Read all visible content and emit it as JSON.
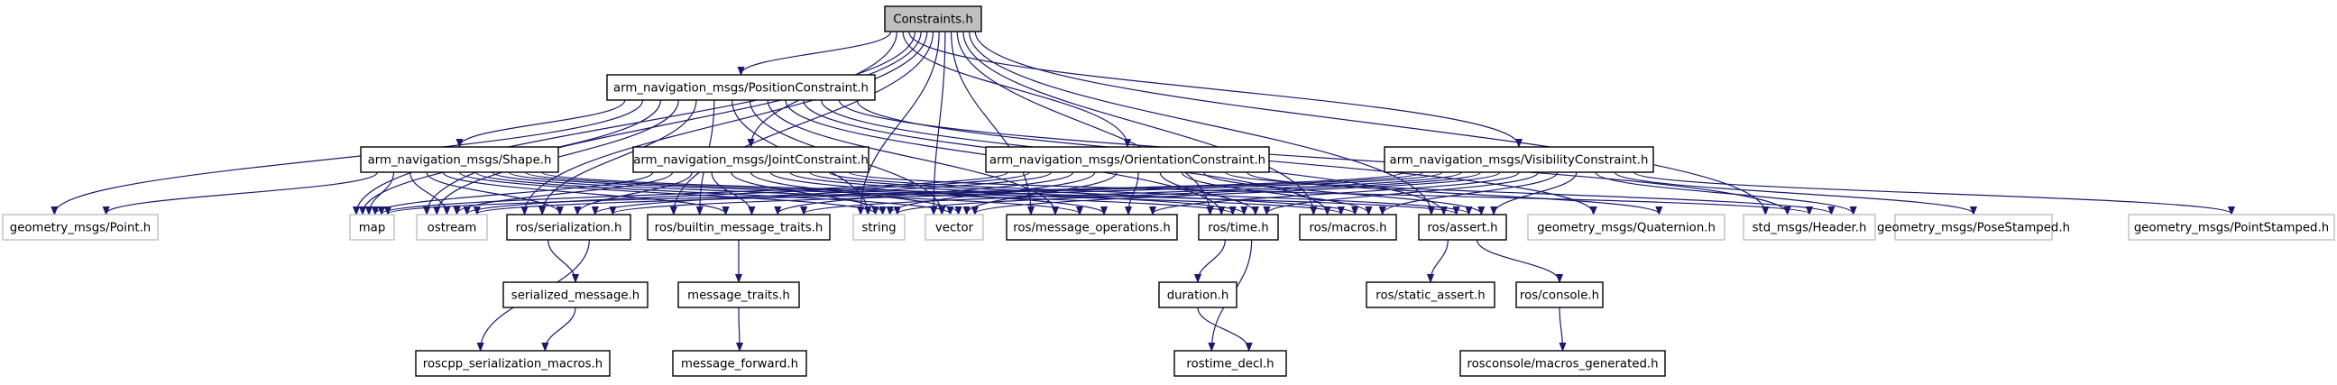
{
  "title": "Constraints.h include dependency graph",
  "colors": {
    "edge": "#191970",
    "root_fill": "#bfbfbf",
    "local_border": "#000000",
    "system_border": "#bfbfbf"
  },
  "nodes": [
    {
      "id": "constraints",
      "label": "Constraints.h",
      "kind": "root"
    },
    {
      "id": "position",
      "label": "arm_navigation_msgs/PositionConstraint.h",
      "kind": "local"
    },
    {
      "id": "shape",
      "label": "arm_navigation_msgs/Shape.h",
      "kind": "local"
    },
    {
      "id": "joint",
      "label": "arm_navigation_msgs/JointConstraint.h",
      "kind": "local"
    },
    {
      "id": "orientation",
      "label": "arm_navigation_msgs/OrientationConstraint.h",
      "kind": "local"
    },
    {
      "id": "visibility",
      "label": "arm_navigation_msgs/VisibilityConstraint.h",
      "kind": "local"
    },
    {
      "id": "point",
      "label": "geometry_msgs/Point.h",
      "kind": "system"
    },
    {
      "id": "map",
      "label": "map",
      "kind": "system"
    },
    {
      "id": "ostream",
      "label": "ostream",
      "kind": "system"
    },
    {
      "id": "serialization",
      "label": "ros/serialization.h",
      "kind": "local"
    },
    {
      "id": "builtin",
      "label": "ros/builtin_message_traits.h",
      "kind": "local"
    },
    {
      "id": "string",
      "label": "string",
      "kind": "system"
    },
    {
      "id": "vector",
      "label": "vector",
      "kind": "system"
    },
    {
      "id": "msgops",
      "label": "ros/message_operations.h",
      "kind": "local"
    },
    {
      "id": "time",
      "label": "ros/time.h",
      "kind": "local"
    },
    {
      "id": "macros",
      "label": "ros/macros.h",
      "kind": "local"
    },
    {
      "id": "assert",
      "label": "ros/assert.h",
      "kind": "local"
    },
    {
      "id": "quaternion",
      "label": "geometry_msgs/Quaternion.h",
      "kind": "system"
    },
    {
      "id": "header",
      "label": "std_msgs/Header.h",
      "kind": "system"
    },
    {
      "id": "posestamped",
      "label": "geometry_msgs/PoseStamped.h",
      "kind": "system"
    },
    {
      "id": "pointstamped",
      "label": "geometry_msgs/PointStamped.h",
      "kind": "system"
    },
    {
      "id": "serialized",
      "label": "serialized_message.h",
      "kind": "local"
    },
    {
      "id": "msgtraits",
      "label": "message_traits.h",
      "kind": "local"
    },
    {
      "id": "duration",
      "label": "duration.h",
      "kind": "local"
    },
    {
      "id": "staticassert",
      "label": "ros/static_assert.h",
      "kind": "local"
    },
    {
      "id": "console",
      "label": "ros/console.h",
      "kind": "local"
    },
    {
      "id": "roscppmacros",
      "label": "roscpp_serialization_macros.h",
      "kind": "local"
    },
    {
      "id": "msgforward",
      "label": "message_forward.h",
      "kind": "local"
    },
    {
      "id": "rostimedecl",
      "label": "rostime_decl.h",
      "kind": "local"
    },
    {
      "id": "consolemacros",
      "label": "rosconsole/macros_generated.h",
      "kind": "local"
    }
  ],
  "edges": [
    [
      "constraints",
      "position"
    ],
    [
      "constraints",
      "joint"
    ],
    [
      "constraints",
      "orientation"
    ],
    [
      "constraints",
      "visibility"
    ],
    [
      "constraints",
      "map"
    ],
    [
      "constraints",
      "ostream"
    ],
    [
      "constraints",
      "serialization"
    ],
    [
      "constraints",
      "builtin"
    ],
    [
      "constraints",
      "string"
    ],
    [
      "constraints",
      "vector"
    ],
    [
      "constraints",
      "msgops"
    ],
    [
      "constraints",
      "time"
    ],
    [
      "constraints",
      "macros"
    ],
    [
      "constraints",
      "assert"
    ],
    [
      "constraints",
      "header"
    ],
    [
      "position",
      "shape"
    ],
    [
      "position",
      "point"
    ],
    [
      "position",
      "map"
    ],
    [
      "position",
      "ostream"
    ],
    [
      "position",
      "serialization"
    ],
    [
      "position",
      "builtin"
    ],
    [
      "position",
      "string"
    ],
    [
      "position",
      "vector"
    ],
    [
      "position",
      "msgops"
    ],
    [
      "position",
      "time"
    ],
    [
      "position",
      "macros"
    ],
    [
      "position",
      "assert"
    ],
    [
      "position",
      "header"
    ],
    [
      "position",
      "quaternion"
    ],
    [
      "shape",
      "point"
    ],
    [
      "shape",
      "map"
    ],
    [
      "shape",
      "ostream"
    ],
    [
      "shape",
      "serialization"
    ],
    [
      "shape",
      "builtin"
    ],
    [
      "shape",
      "string"
    ],
    [
      "shape",
      "vector"
    ],
    [
      "shape",
      "msgops"
    ],
    [
      "shape",
      "time"
    ],
    [
      "shape",
      "macros"
    ],
    [
      "shape",
      "assert"
    ],
    [
      "joint",
      "map"
    ],
    [
      "joint",
      "ostream"
    ],
    [
      "joint",
      "serialization"
    ],
    [
      "joint",
      "builtin"
    ],
    [
      "joint",
      "string"
    ],
    [
      "joint",
      "vector"
    ],
    [
      "joint",
      "msgops"
    ],
    [
      "joint",
      "time"
    ],
    [
      "joint",
      "macros"
    ],
    [
      "joint",
      "assert"
    ],
    [
      "joint",
      "header"
    ],
    [
      "orientation",
      "map"
    ],
    [
      "orientation",
      "ostream"
    ],
    [
      "orientation",
      "serialization"
    ],
    [
      "orientation",
      "builtin"
    ],
    [
      "orientation",
      "string"
    ],
    [
      "orientation",
      "vector"
    ],
    [
      "orientation",
      "msgops"
    ],
    [
      "orientation",
      "time"
    ],
    [
      "orientation",
      "macros"
    ],
    [
      "orientation",
      "assert"
    ],
    [
      "orientation",
      "header"
    ],
    [
      "orientation",
      "quaternion"
    ],
    [
      "visibility",
      "map"
    ],
    [
      "visibility",
      "ostream"
    ],
    [
      "visibility",
      "serialization"
    ],
    [
      "visibility",
      "builtin"
    ],
    [
      "visibility",
      "string"
    ],
    [
      "visibility",
      "vector"
    ],
    [
      "visibility",
      "msgops"
    ],
    [
      "visibility",
      "time"
    ],
    [
      "visibility",
      "macros"
    ],
    [
      "visibility",
      "assert"
    ],
    [
      "visibility",
      "header"
    ],
    [
      "visibility",
      "posestamped"
    ],
    [
      "visibility",
      "pointstamped"
    ],
    [
      "serialization",
      "serialized"
    ],
    [
      "serialization",
      "roscppmacros"
    ],
    [
      "serialized",
      "roscppmacros"
    ],
    [
      "builtin",
      "msgtraits"
    ],
    [
      "msgtraits",
      "msgforward"
    ],
    [
      "time",
      "duration"
    ],
    [
      "time",
      "rostimedecl"
    ],
    [
      "duration",
      "rostimedecl"
    ],
    [
      "assert",
      "staticassert"
    ],
    [
      "assert",
      "console"
    ],
    [
      "console",
      "consolemacros"
    ]
  ]
}
